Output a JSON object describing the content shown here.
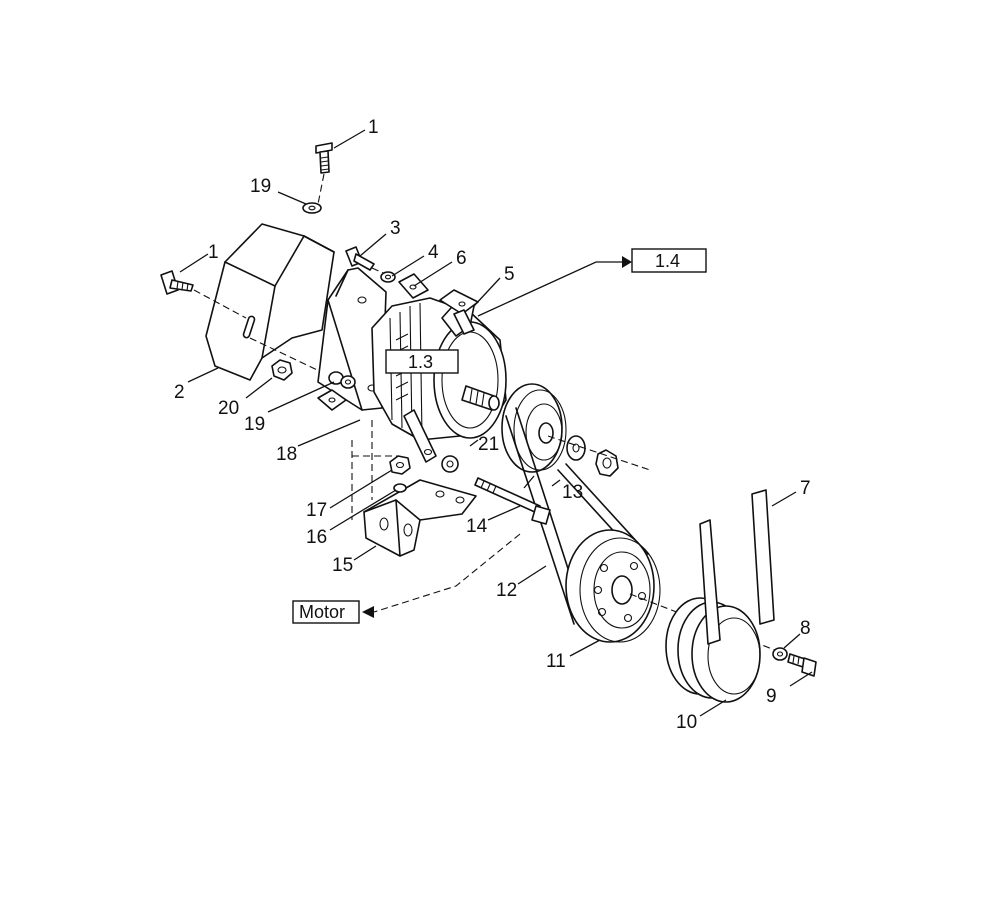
{
  "callouts": {
    "c1_top": "1",
    "c19_top": "19",
    "c1_left": "1",
    "c3": "3",
    "c4": "4",
    "c6": "6",
    "c5": "5",
    "c2": "2",
    "c20": "20",
    "c19_mid": "19",
    "c18": "18",
    "c21": "21",
    "c13": "13",
    "c17": "17",
    "c16": "16",
    "c15": "15",
    "c14": "14",
    "c12": "12",
    "c11": "11",
    "c7": "7",
    "c8": "8",
    "c9": "9",
    "c10": "10"
  },
  "references": {
    "ref_1_4": "1.4",
    "ref_1_3": "1.3",
    "ref_motor": "Motor"
  }
}
